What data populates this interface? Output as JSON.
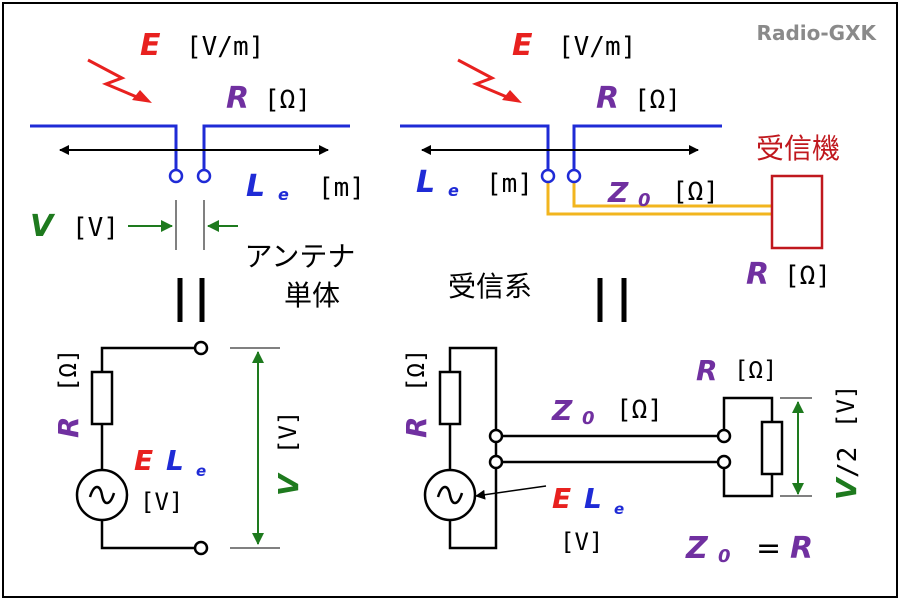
{
  "watermark": "Radio-GXK",
  "colors": {
    "antenna": "#1f2bd6",
    "field": "#e8211f",
    "purple": "#7030a0",
    "green": "#1e7a1e",
    "feeder": "#f2b51e",
    "receiver": "#c0181e",
    "black": "#000000"
  },
  "symbols": {
    "E": "E",
    "R": "R",
    "L": "L",
    "e_sub": "e",
    "Z": "Z",
    "zero_sub": "0",
    "V": "V",
    "V_half": "/2"
  },
  "units": {
    "field": "[V/m]",
    "ohm": "[Ω]",
    "meter": "[m]",
    "volt": "[V]"
  },
  "labels": {
    "antenna_single": [
      "アンテナ",
      "単体"
    ],
    "receiving_system": "受信系",
    "receiver": "受信機",
    "equals": "||",
    "equation_eq": "="
  }
}
